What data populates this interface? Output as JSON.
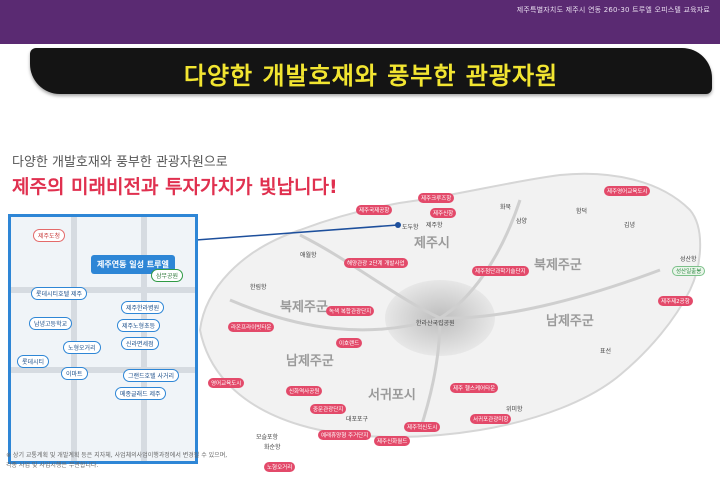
{
  "header": {
    "note": "제주특별자치도 제주시 연동 260-30 트루엘 오피스텔 교육자료",
    "title": "다양한 개발호재와 풍부한 관광자원"
  },
  "intro": {
    "line1": "다양한 개발호재와 풍부한 관광자원으로",
    "line2": "제주의 미래비전과 투자가치가 빛납니다!"
  },
  "inset": {
    "badge": "제주연동 일성 트루엘",
    "labels": [
      "롯데시티호텔 제주",
      "남녕고등학교",
      "제주한라병원",
      "제주노형초등",
      "신라면세점",
      "롯데시티",
      "그랜드호텔 사거리",
      "노형오거리",
      "이마트",
      "메종글래드 제주",
      "삼무공원",
      "제주도청"
    ]
  },
  "map": {
    "cities": {
      "jeju_si": "제주시",
      "bukjeju": "북제주군",
      "namjeju": "남제주군",
      "seogwipo": "서귀포시"
    },
    "west_labels": {
      "buk": "북제주군",
      "nam": "남제주군"
    },
    "center": "한라산국립공원",
    "tags": [
      "제주국제공항",
      "제주크루즈항",
      "제주신항",
      "제주첨단과학기술단지",
      "제주 헬스케어타운",
      "영어교육도시",
      "신화역사공원",
      "중문관광단지",
      "서귀포관광미항",
      "제주혁신도시",
      "예래휴양형 주거단지",
      "라온프라이빗타운",
      "이호랜드",
      "제주제2공항",
      "해양관광 2단계 개발사업",
      "노형오거리",
      "녹색 복합관광단지",
      "제주신화월드",
      "제주영어교육도시"
    ],
    "small_labels": [
      "도두항",
      "제주항",
      "화북",
      "삼양",
      "함덕",
      "김녕",
      "성산항",
      "표선",
      "위미항",
      "대포포구",
      "모슬포항",
      "화순항",
      "한림항",
      "애월항",
      "성산일출봉"
    ]
  },
  "footnote": {
    "line1": "※ 상기 교통계획 및 개발계획 등은 지자체, 사업체의사업이행과정에서 변경될 수 있으며,",
    "line2": "각종 사업 및 사업시행은 무관합니다."
  }
}
